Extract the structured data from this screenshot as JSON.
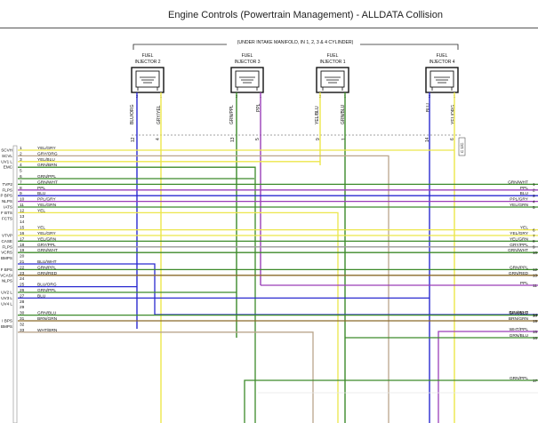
{
  "header": {
    "title": "Engine Controls (Powertrain Management) - ALLDATA Collision"
  },
  "diagram": {
    "location_note": "(UNDER INTAKE MANIFOLD, IN 1, 2, 3 & 4 CYLINDER)",
    "injectors": [
      {
        "title": "FUEL",
        "subtitle": "INJECTOR 2",
        "wires": [
          {
            "pin": "2",
            "color": "BLU/ORG",
            "cavity": "12"
          },
          {
            "pin": "1",
            "color": "GRY/YEL",
            "cavity": "4"
          }
        ]
      },
      {
        "title": "FUEL",
        "subtitle": "INJECTOR 3",
        "wires": [
          {
            "pin": "2",
            "color": "GRN/PPL",
            "cavity": "13"
          },
          {
            "pin": "1",
            "color": "PPL",
            "cavity": "5"
          }
        ]
      },
      {
        "title": "FUEL",
        "subtitle": "INJECTOR 1",
        "wires": [
          {
            "pin": "2",
            "color": "YEL/BLU",
            "cavity": "9"
          },
          {
            "pin": "1",
            "color": "GRN/BLU",
            "cavity": "1"
          }
        ]
      },
      {
        "title": "FUEL",
        "subtitle": "INJECTOR 4",
        "wires": [
          {
            "pin": "2",
            "color": "BLU",
            "cavity": "14"
          },
          {
            "pin": "1",
            "color": "YEL/ORG",
            "cavity": "6"
          }
        ]
      }
    ],
    "connector_tag": "C 1/C",
    "left_pins": [
      {
        "num": "1",
        "label": "YEL/GRY",
        "sig": "SCVH"
      },
      {
        "num": "2",
        "label": "GRY/ORG",
        "sig": "SCVL"
      },
      {
        "num": "3",
        "label": "YEL/BLU",
        "sig": "UV1 L"
      },
      {
        "num": "4",
        "label": "GRN/BRN",
        "sig": "EMC"
      },
      {
        "num": "5",
        "label": "",
        "sig": ""
      },
      {
        "num": "6",
        "label": "GRN/PPL",
        "sig": ""
      },
      {
        "num": "7",
        "label": "GRN/WHT",
        "sig": "TVP2"
      },
      {
        "num": "8",
        "label": "PPL",
        "sig": "FLPS"
      },
      {
        "num": "9",
        "label": "BLU",
        "sig": "P BPS"
      },
      {
        "num": "10",
        "label": "PPL/GRY",
        "sig": "NLPS"
      },
      {
        "num": "11",
        "label": "YEL/GRN",
        "sig": "IATS"
      },
      {
        "num": "12",
        "label": "YEL",
        "sig": "F BTS"
      },
      {
        "num": "13",
        "label": "",
        "sig": "FCTS"
      },
      {
        "num": "14",
        "label": "",
        "sig": ""
      },
      {
        "num": "15",
        "label": "YEL",
        "sig": ""
      },
      {
        "num": "16",
        "label": "YEL/GRY",
        "sig": "VTVP"
      },
      {
        "num": "17",
        "label": "YEL/GRN",
        "sig": "CASE"
      },
      {
        "num": "18",
        "label": "GRY/PPL",
        "sig": "FLPS"
      },
      {
        "num": "19",
        "label": "GRN/WHT",
        "sig": "VCRS"
      },
      {
        "num": "20",
        "label": "",
        "sig": "BMPS"
      },
      {
        "num": "21",
        "label": "BLU/WHT",
        "sig": ""
      },
      {
        "num": "22",
        "label": "GRN/PPL",
        "sig": "F BPS"
      },
      {
        "num": "23",
        "label": "GRN/RED",
        "sig": "VCASI"
      },
      {
        "num": "24",
        "label": "",
        "sig": "NLPS"
      },
      {
        "num": "25",
        "label": "BLU/ORG",
        "sig": ""
      },
      {
        "num": "26",
        "label": "GRN/PPL",
        "sig": "UV2 L"
      },
      {
        "num": "27",
        "label": "BLU",
        "sig": "UV3 L"
      },
      {
        "num": "28",
        "label": "",
        "sig": "UV4 L"
      },
      {
        "num": "29",
        "label": "",
        "sig": ""
      },
      {
        "num": "30",
        "label": "GRN/BLU",
        "sig": ""
      },
      {
        "num": "31",
        "label": "BRN/GRN",
        "sig": "I BPS"
      },
      {
        "num": "32",
        "label": "",
        "sig": "BMPS"
      },
      {
        "num": "33",
        "label": "WHT/BRN",
        "sig": ""
      }
    ],
    "right_labels": [
      {
        "label": "GRN/WHT",
        "num": "1"
      },
      {
        "label": "PPL",
        "num": "2"
      },
      {
        "label": "BLU",
        "num": "3"
      },
      {
        "label": "PPL/GRY",
        "num": "4"
      },
      {
        "label": "YEL/GRN",
        "num": "5"
      },
      {
        "label": "YEL",
        "num": "6"
      },
      {
        "label": "YEL/GRY",
        "num": "7"
      },
      {
        "label": "YEL/GRN",
        "num": "8"
      },
      {
        "label": "GRY/PPL",
        "num": "9"
      },
      {
        "label": "GRN/WHT",
        "num": "10"
      },
      {
        "label": "PPL",
        "num": "11"
      },
      {
        "label": "GRN/PPL",
        "num": "12"
      },
      {
        "label": "GRN/RED",
        "num": "13"
      },
      {
        "label": "BLU/WHT",
        "num": "14"
      },
      {
        "label": "WHT/PPL",
        "num": "15"
      },
      {
        "label": "GRN/BLU",
        "num": "16"
      },
      {
        "label": "GRN/PPL",
        "num": "17"
      },
      {
        "label": "GRN/BLU",
        "num": "18"
      },
      {
        "label": "BRN/GRN",
        "num": "19"
      }
    ],
    "wire_colors": {
      "yellow": "#ece64a",
      "green": "#3c8a2a",
      "purple": "#9a3fb8",
      "blue": "#2a2ad0",
      "brown": "#8a6a2a",
      "orange": "#e0a040",
      "gray": "#9a9a9a",
      "tan": "#b9a58c",
      "white": "#e8e8e8"
    }
  }
}
